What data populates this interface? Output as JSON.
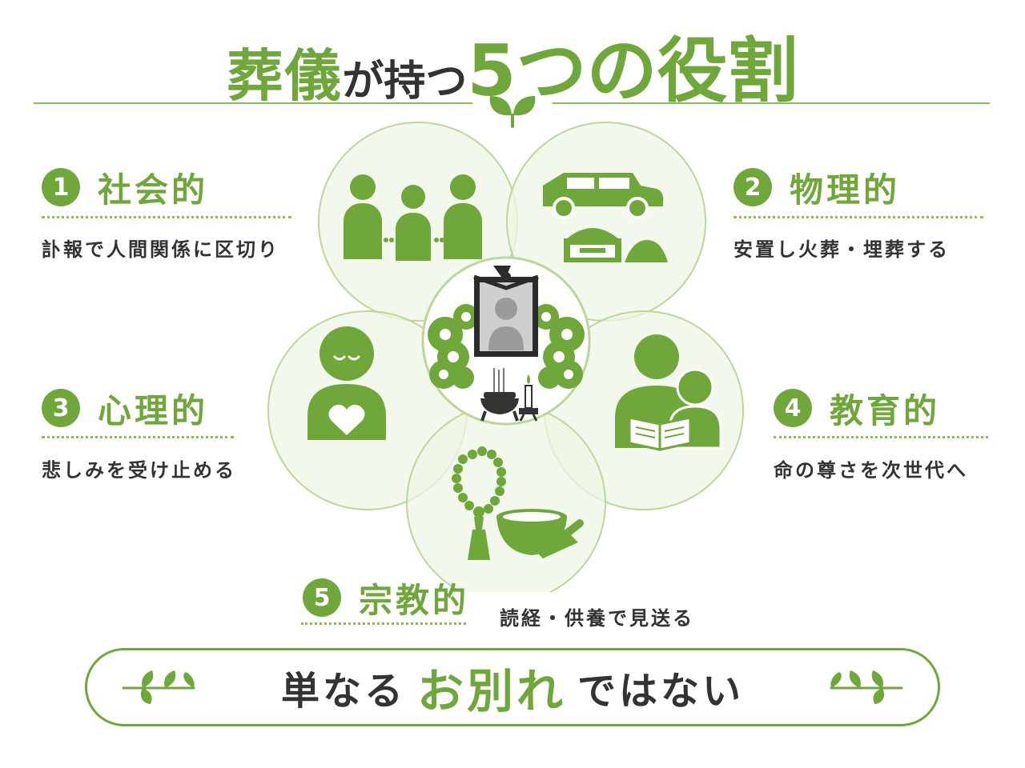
{
  "title": {
    "part1": "葬儀",
    "part2": "が持つ",
    "part3": "5つの役割"
  },
  "roles": [
    {
      "number": "1",
      "label": "社会的",
      "description": "訃報で人間関係に区切り"
    },
    {
      "number": "2",
      "label": "物理的",
      "description": "安置し火葬・埋葬する"
    },
    {
      "number": "3",
      "label": "心理的",
      "description": "悲しみを受け止める"
    },
    {
      "number": "4",
      "label": "教育的",
      "description": "命の尊さを次世代へ"
    },
    {
      "number": "5",
      "label": "宗教的",
      "description": "読経・供養で見送る"
    }
  ],
  "banner": {
    "part1": "単なる",
    "part2": "お別れ",
    "part3": "ではない"
  },
  "colors": {
    "accent": "#6fa73a",
    "circle_fill": "#eef5e4",
    "text": "#333333"
  },
  "icons": [
    "people-icon",
    "hearse-icon",
    "grave-icon",
    "portrait-altar-icon",
    "calm-heart-person-icon",
    "parent-child-reading-icon",
    "prayer-beads-icon",
    "singing-bowl-icon",
    "leaf-icon"
  ]
}
